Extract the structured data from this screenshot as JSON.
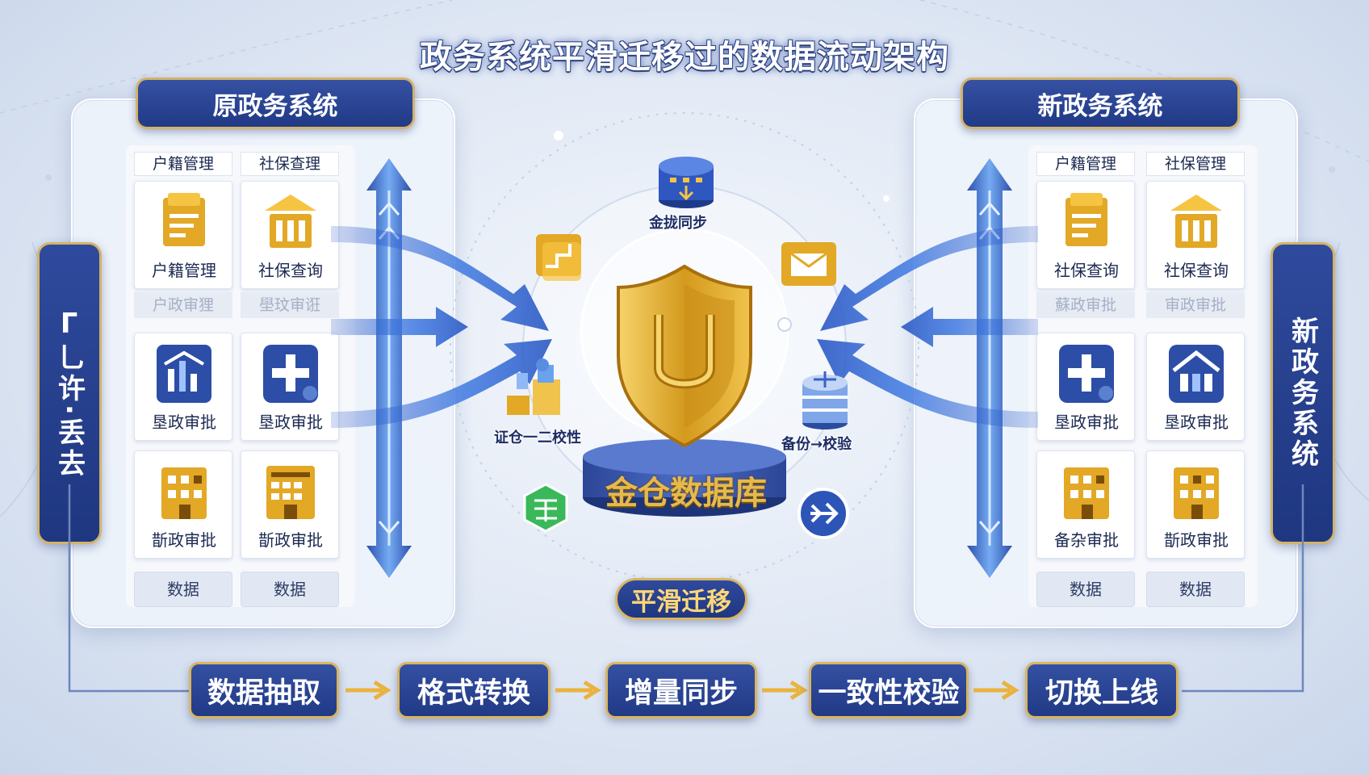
{
  "title": "政务系统平滑迁移过的数据流动架构",
  "left_system": {
    "header": "原政务系统",
    "side_tab": "ᒥ乚许·丢去",
    "col1": {
      "label": "户籍管理",
      "tiles": [
        "户籍管理",
        "垦政审批",
        "斮政审批"
      ],
      "faded": "户政审狸",
      "data": "数据"
    },
    "col2": {
      "label": "社保查理",
      "tiles": [
        "社保查询",
        "垦政审批",
        "斮政审批"
      ],
      "faded": "壆玟审诳",
      "data": "数据"
    }
  },
  "right_system": {
    "header": "新政务系统",
    "side_tab": "新政务系统",
    "col1": {
      "label": "户籍管理",
      "tiles": [
        "社保查询",
        "垦政审批",
        "备杂审批"
      ],
      "faded": "蘇政审批",
      "data": "数据"
    },
    "col2": {
      "label": "社保管理",
      "tiles": [
        "社保查询",
        "垦政审批",
        "斮政审批"
      ],
      "faded": "审政审批",
      "data": "数据"
    }
  },
  "center": {
    "database": "金仓数据库",
    "sync_node": "金拢同步",
    "verify_node": "证仓一二校性",
    "backup_node": "备份→校验",
    "migration": "平滑迁移"
  },
  "flow_steps": [
    "数据抽取",
    "格式转换",
    "增量同步",
    "一致性校验",
    "切换上线"
  ],
  "colors": {
    "navy": "#213a86",
    "gold": "#d8b560",
    "accent_blue": "#3d7be0"
  }
}
